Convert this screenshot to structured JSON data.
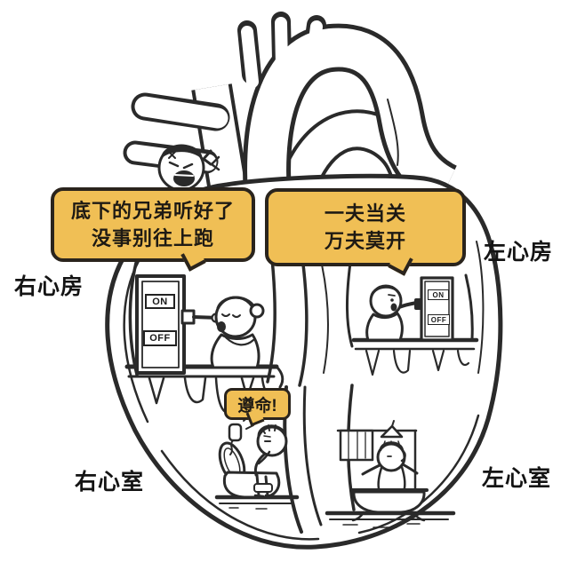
{
  "colors": {
    "background": "#ffffff",
    "line": "#2a2a2a",
    "bubble_fill": "#f0bf55",
    "bubble_border": "#2a241d",
    "text": "#1e1a14"
  },
  "labels": {
    "right_atrium": "右心房",
    "left_atrium": "左心房",
    "right_ventricle": "右心室",
    "left_ventricle": "左心室"
  },
  "bubbles": {
    "command_left": {
      "line1": "底下的兄弟听好了",
      "line2": "没事别往上跑"
    },
    "command_right": {
      "line1": "一夫当关",
      "line2": "万夫莫开"
    },
    "reply": "遵命!"
  },
  "switches": {
    "right_atrium": {
      "on": "ON",
      "off": "OFF"
    },
    "left_atrium": {
      "on": "ON",
      "off": "OFF"
    }
  }
}
